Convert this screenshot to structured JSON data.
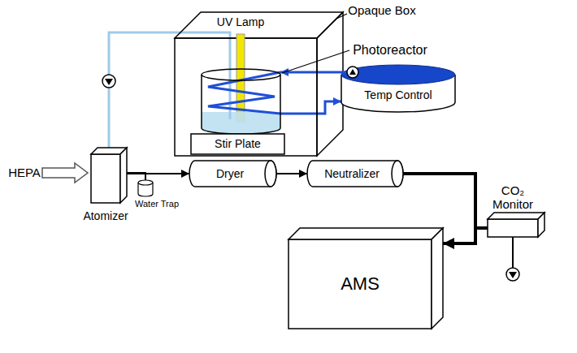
{
  "diagram": {
    "nodes": [
      {
        "text": [
          "Opaque Box"
        ]
      },
      {
        "text": [
          "UV Lamp"
        ],
        "in": 0
      },
      {
        "text": [
          "Photoreactor"
        ],
        "in": 0
      },
      {
        "text": [
          "Stir Plate"
        ],
        "in": 0
      },
      {
        "text": [
          "Temp Control"
        ]
      },
      {
        "text": [
          "Atomizer"
        ]
      },
      {
        "text": [
          "Water Trap"
        ]
      },
      {
        "text": [
          "Dryer"
        ]
      },
      {
        "text": [
          "Neutralizer"
        ]
      },
      {
        "text": [
          "CO₂ Monitor"
        ]
      },
      {
        "text": [
          "AMS"
        ]
      }
    ],
    "edges": [
      {
        "from": 2,
        "to": 5,
        "arrow": "none"
      },
      {
        "from": 4,
        "to": 2,
        "arrow": "to"
      },
      {
        "from": 2,
        "to": 4,
        "arrow": "to"
      },
      {
        "from": 5,
        "to": 7,
        "arrow": "to"
      },
      {
        "from": 5,
        "to": 6,
        "arrow": "none"
      },
      {
        "from": 7,
        "to": 8,
        "arrow": "to"
      },
      {
        "from": 8,
        "to": 10,
        "arrow": "to"
      },
      {
        "from": 8,
        "to": 9,
        "arrow": "none"
      }
    ],
    "labels": [
      "HEPA"
    ]
  }
}
